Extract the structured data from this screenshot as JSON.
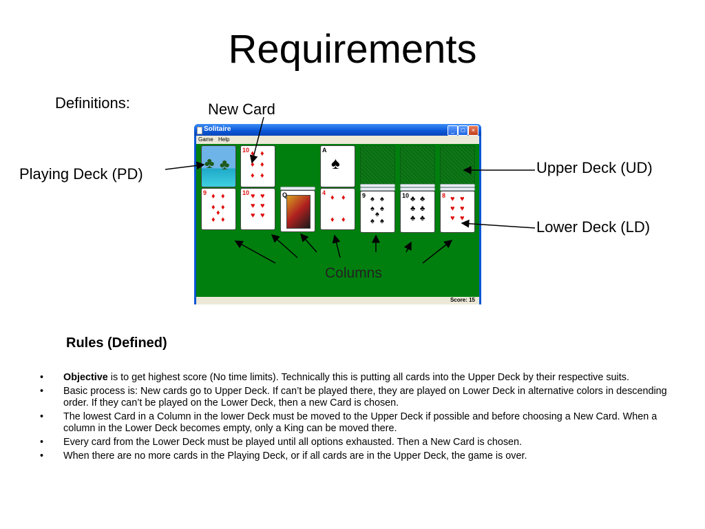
{
  "slide": {
    "title": "Requirements",
    "definitions_label": "Definitions:",
    "labels": {
      "new_card": "New Card",
      "playing_deck": "Playing Deck (PD)",
      "upper_deck": "Upper Deck (UD)",
      "lower_deck": "Lower Deck (LD)",
      "columns": "Columns"
    }
  },
  "window": {
    "title": "Solitaire",
    "menu": [
      "Game",
      "Help"
    ],
    "status": "Score: 15",
    "buttons": [
      "minimize",
      "maximize",
      "close"
    ],
    "felt_color": "#007f0e",
    "top_row": {
      "deck": "palm-tree card back",
      "waste": {
        "rank": "10",
        "suit": "diamonds"
      },
      "foundation_1": {
        "rank": "A",
        "suit": "spades"
      },
      "foundation_2": "empty",
      "foundation_3": "empty",
      "foundation_4": "empty"
    },
    "tableau": [
      {
        "rank": "9",
        "suit": "diamonds"
      },
      {
        "rank": "10",
        "suit": "hearts"
      },
      {
        "rank": "Q",
        "suit": "clubs"
      },
      {
        "rank": "4",
        "suit": "diamonds"
      },
      {
        "rank": "9",
        "suit": "spades"
      },
      {
        "rank": "10",
        "suit": "clubs"
      },
      {
        "rank": "8",
        "suit": "hearts"
      }
    ]
  },
  "rules": {
    "heading": "Rules (Defined)",
    "bullet_glyph": "•",
    "items": [
      {
        "bold": "Objective",
        "text": " is to get highest score (No time limits). Technically this is putting all cards into the Upper Deck by their respective suits."
      },
      {
        "bold": "",
        "text": "Basic process is: New cards go to Upper Deck. If can’t be played there, they are played on Lower Deck in alternative colors in descending order. If they can’t be played on the Lower Deck, then a new Card is chosen."
      },
      {
        "bold": "",
        "text": "The lowest Card in a Column in the lower Deck must be moved to the Upper Deck if possible and before choosing a New Card. When a column in the Lower Deck becomes empty, only a King can be moved there."
      },
      {
        "bold": "",
        "text": "Every card from the Lower Deck must be played until all options exhausted. Then a New Card is chosen."
      },
      {
        "bold": "",
        "text": "When there are no more cards in the Playing Deck, or if all cards are in the Upper Deck, the game is over."
      }
    ]
  }
}
